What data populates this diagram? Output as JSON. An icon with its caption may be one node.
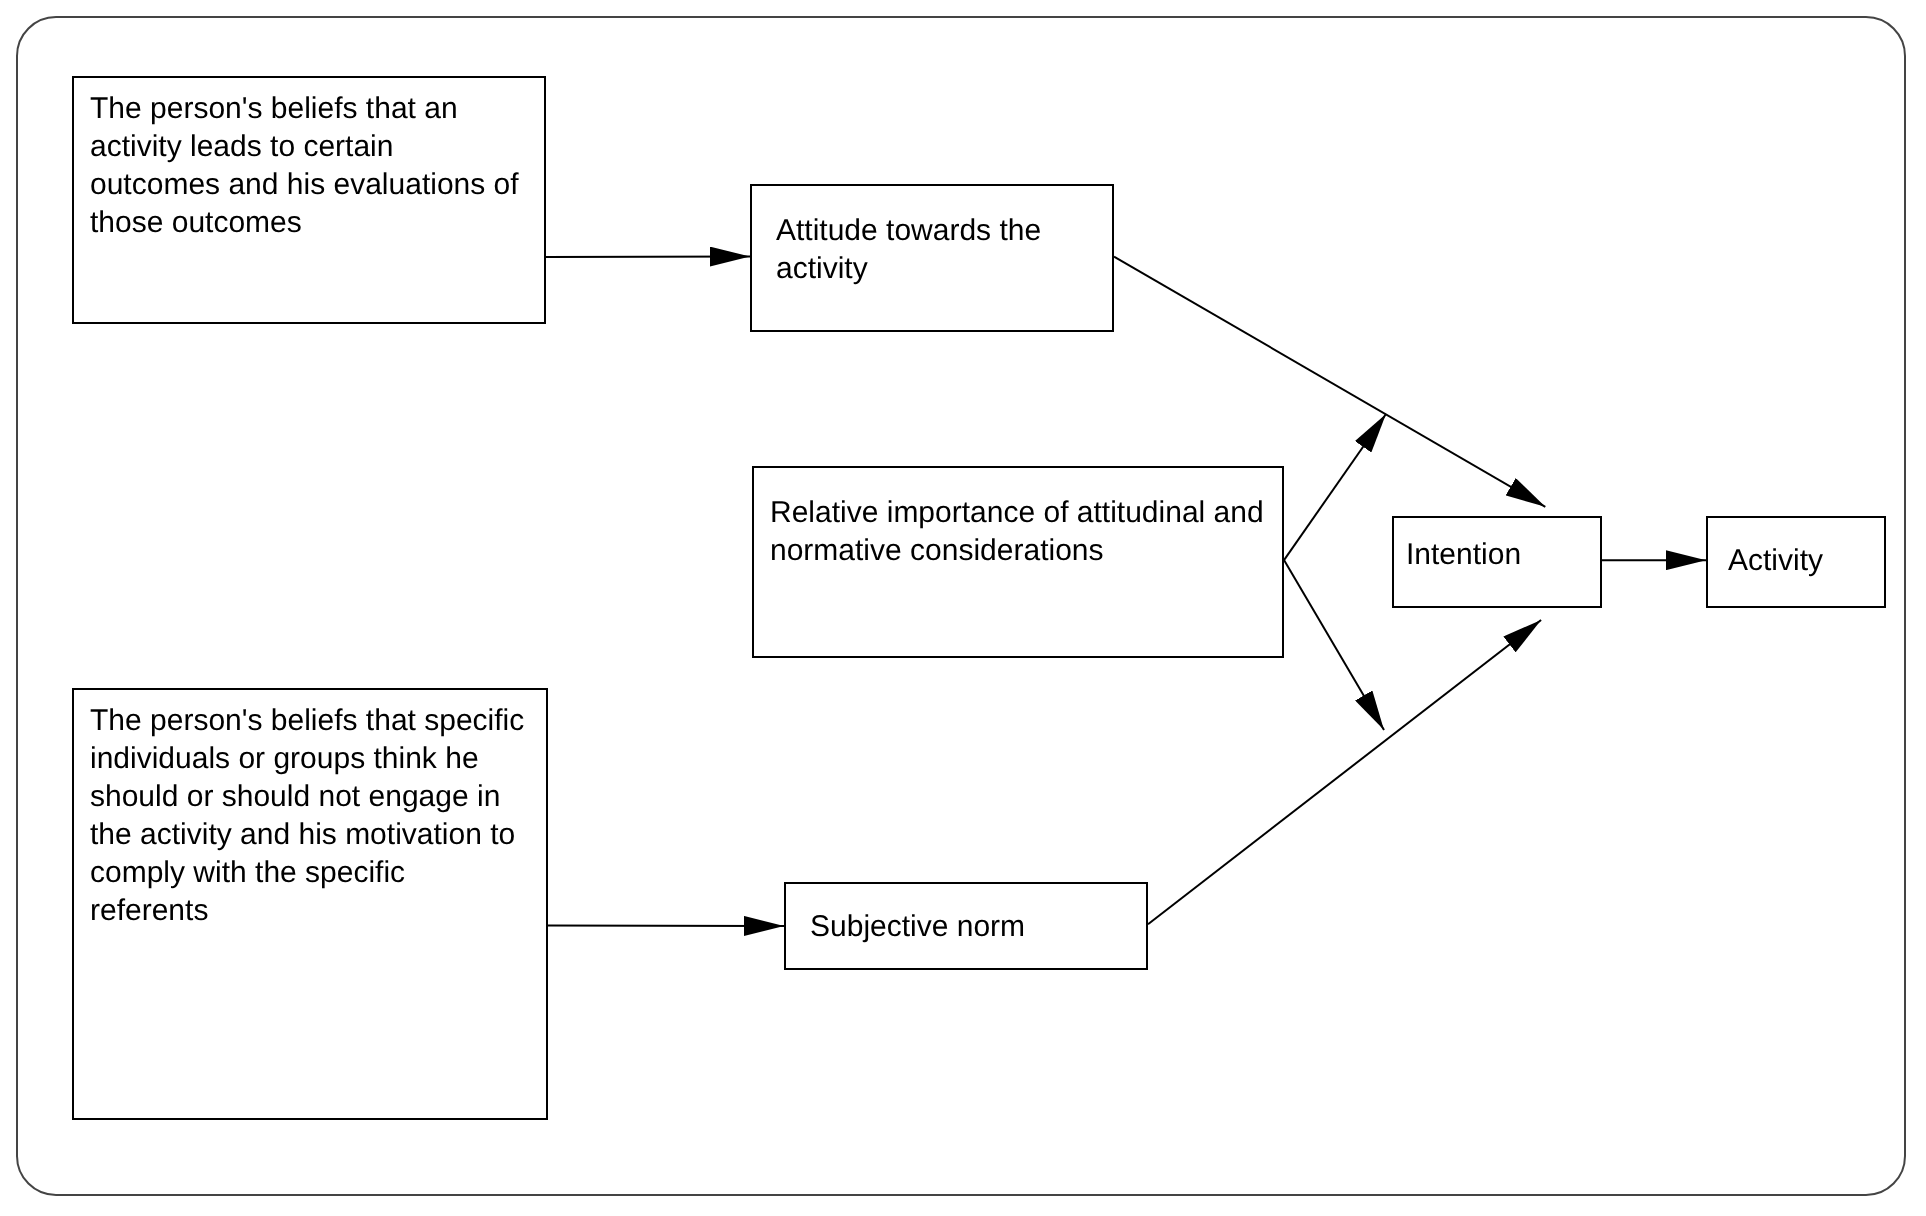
{
  "diagram": {
    "nodes": [
      {
        "text": [
          "The person's beliefs that an activity leads to certain outcomes and his evaluations of those outcomes"
        ]
      },
      {
        "text": [
          "Attitude towards the activity"
        ]
      },
      {
        "text": [
          "Relative importance of attitudinal and normative considerations"
        ]
      },
      {
        "text": [
          "Intention"
        ]
      },
      {
        "text": [
          "Activity"
        ]
      },
      {
        "text": [
          "The person's beliefs that specific individuals or groups think he should or should not engage in the activity and his motivation to comply with the specific referents"
        ]
      },
      {
        "text": [
          "Subjective norm"
        ]
      }
    ],
    "edges": [
      {
        "from": 0,
        "to": 1,
        "arrow": "to"
      },
      {
        "from": 1,
        "to": 3,
        "arrow": "to"
      },
      {
        "from": 2,
        "to": null,
        "arrow": "to"
      },
      {
        "from": 2,
        "to": null,
        "arrow": "to"
      },
      {
        "from": 6,
        "to": 3,
        "arrow": "to"
      },
      {
        "from": 3,
        "to": 4,
        "arrow": "to"
      },
      {
        "from": 5,
        "to": 6,
        "arrow": "to"
      }
    ]
  }
}
